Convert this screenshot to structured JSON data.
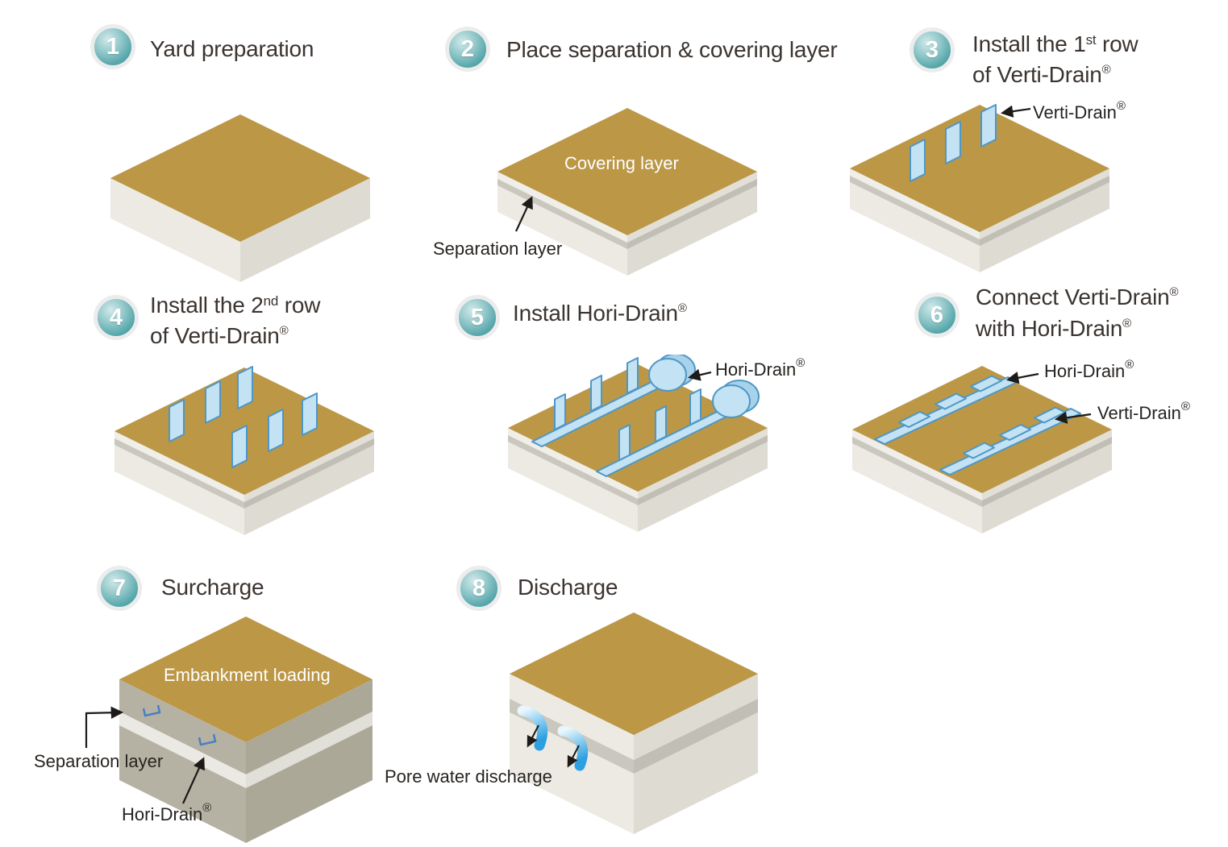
{
  "palette": {
    "badge_teal": "#4BA0A5",
    "soil_gold": "#BB9746",
    "drain_blue_fill": "#C3E2F3",
    "drain_blue_stroke": "#4E97C6",
    "block_light_left": "#ECEAE3",
    "block_light_right": "#DEDBD3",
    "separation_stripe": "#C9C7BE",
    "block_tan_left": "#B6B2A3",
    "block_tan_right": "#ACA898",
    "title_text": "#3B3430"
  },
  "steps": [
    {
      "number": "1",
      "title": "Yard preparation"
    },
    {
      "number": "2",
      "title": "Place separation & covering layer",
      "covering_label": "Covering layer",
      "separation_label": "Separation layer"
    },
    {
      "number": "3",
      "title_l1_pre": "Install the 1",
      "title_l1_sup": "st",
      "title_l1_post": " row",
      "title_l2_pre": "of Verti-Drain",
      "title_l2_sup": "®",
      "verti_label": "Verti-Drain",
      "verti_label_sup": "®"
    },
    {
      "number": "4",
      "title_l1_pre": "Install the 2",
      "title_l1_sup": "nd",
      "title_l1_post": " row",
      "title_l2_pre": "of Verti-Drain",
      "title_l2_sup": "®"
    },
    {
      "number": "5",
      "title_pre": "Install Hori-Drain",
      "title_sup": "®",
      "hori_label": "Hori-Drain",
      "hori_label_sup": "®"
    },
    {
      "number": "6",
      "title_l1_pre": "Connect Verti-Drain",
      "title_l1_sup": "®",
      "title_l2_pre": "with Hori-Drain",
      "title_l2_sup": "®",
      "hori_label": "Hori-Drain",
      "hori_label_sup": "®",
      "verti_label": "Verti-Drain",
      "verti_label_sup": "®"
    },
    {
      "number": "7",
      "title": "Surcharge",
      "embankment_label": "Embankment loading",
      "separation_label": "Separation layer",
      "hori_label": "Hori-Drain",
      "hori_label_sup": "®"
    },
    {
      "number": "8",
      "title": "Discharge",
      "pore_label": "Pore water discharge"
    }
  ]
}
